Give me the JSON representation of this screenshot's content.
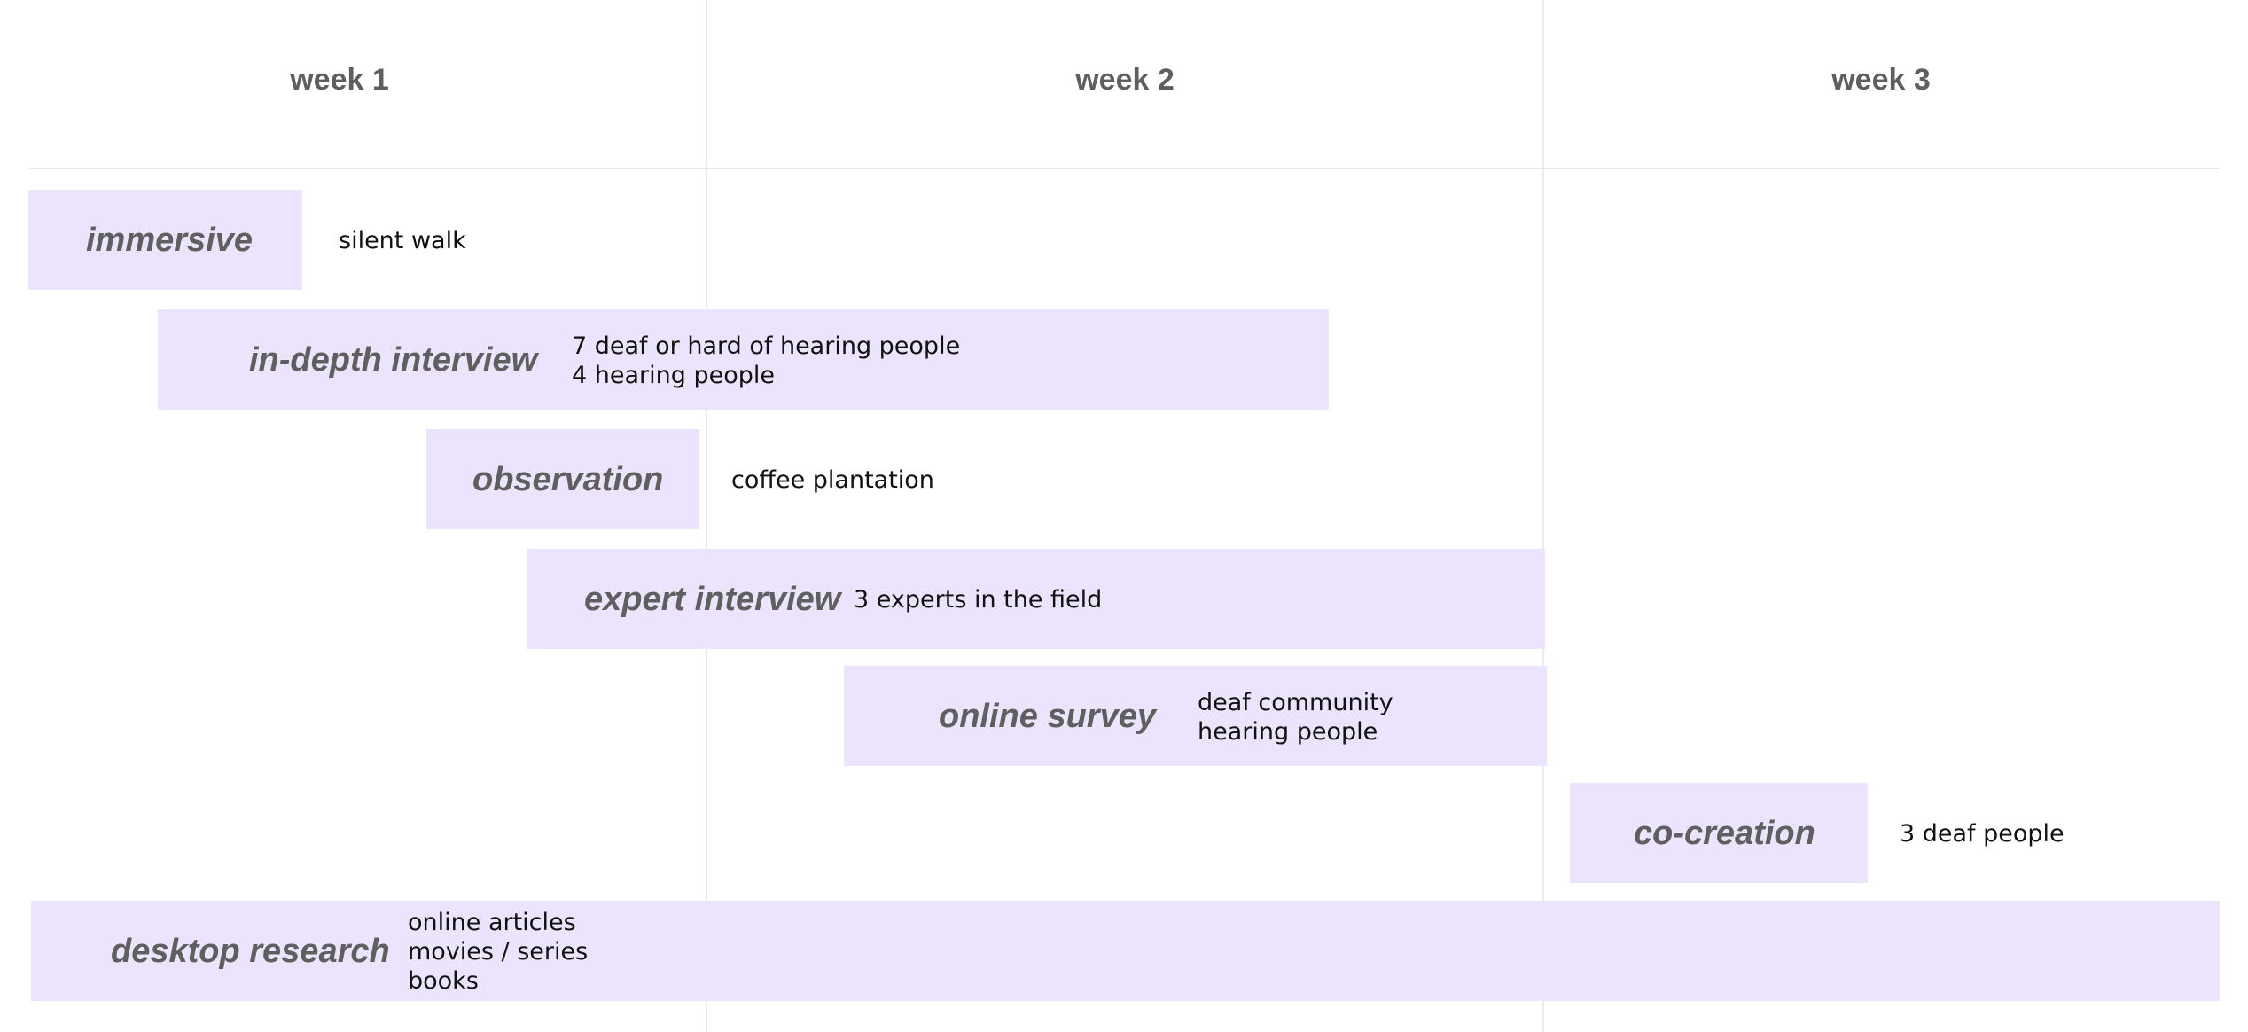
{
  "weeks": [
    "week 1",
    "week 2",
    "week 3"
  ],
  "rows": [
    {
      "method": "immersive",
      "notes": [
        "silent walk"
      ]
    },
    {
      "method": "in-depth interview",
      "notes": [
        "7 deaf or hard of hearing people",
        "4 hearing people"
      ]
    },
    {
      "method": "observation",
      "notes": [
        "coffee plantation"
      ]
    },
    {
      "method": "expert interview",
      "notes": [
        "3 experts in the field"
      ]
    },
    {
      "method": "online survey",
      "notes": [
        "deaf community",
        "hearing people"
      ]
    },
    {
      "method": "co-creation",
      "notes": [
        "3 deaf people"
      ]
    },
    {
      "method": "desktop research",
      "notes": [
        "online articles",
        "movies / series",
        "books"
      ]
    }
  ],
  "colors": {
    "bar": "#ece4fd",
    "method_text": "#5f5f5f",
    "week_text": "#5f5f5f",
    "notes_text": "#111111",
    "grid": "#ececec"
  }
}
